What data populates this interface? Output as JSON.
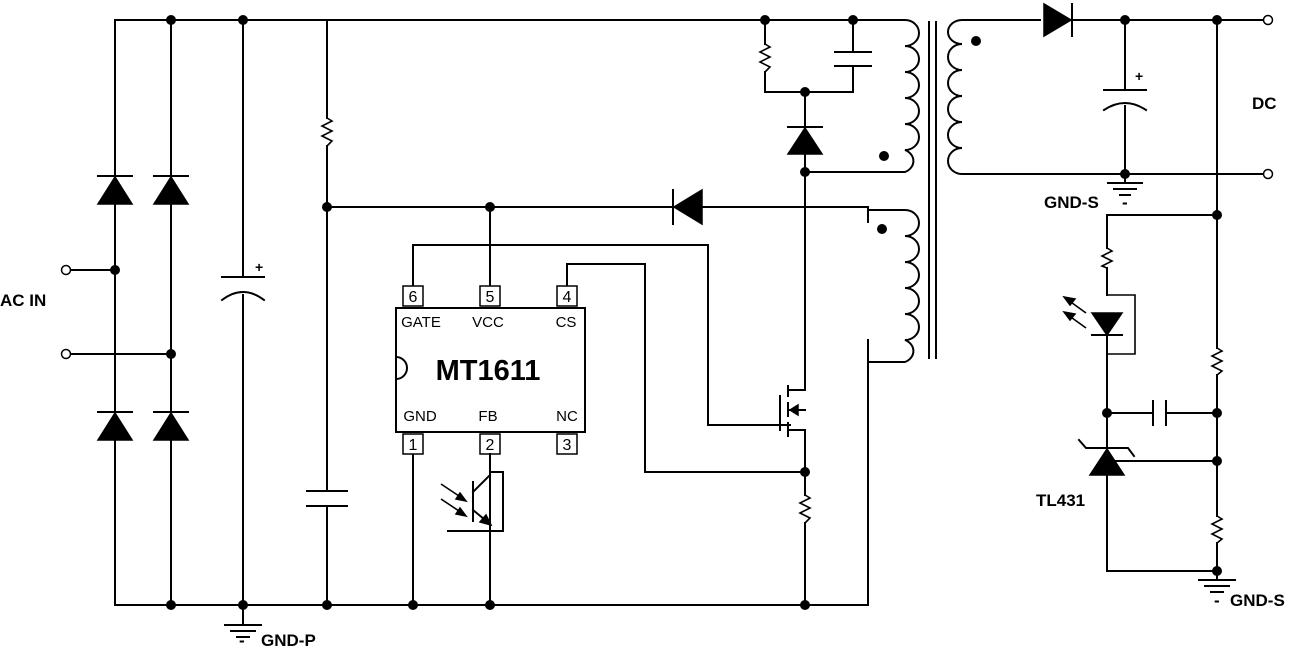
{
  "labels": {
    "ac_in": "AC IN",
    "dc": "DC",
    "gnd_p": "GND-P",
    "gnd_s_top": "GND-S",
    "gnd_s_bottom": "GND-S",
    "tl431": "TL431",
    "minus": "-",
    "plus": "+"
  },
  "ic": {
    "name": "MT1611",
    "pins": [
      {
        "num": "6",
        "name": "GATE"
      },
      {
        "num": "5",
        "name": "VCC"
      },
      {
        "num": "4",
        "name": "CS"
      },
      {
        "num": "1",
        "name": "GND"
      },
      {
        "num": "2",
        "name": "FB"
      },
      {
        "num": "3",
        "name": "NC"
      }
    ]
  }
}
